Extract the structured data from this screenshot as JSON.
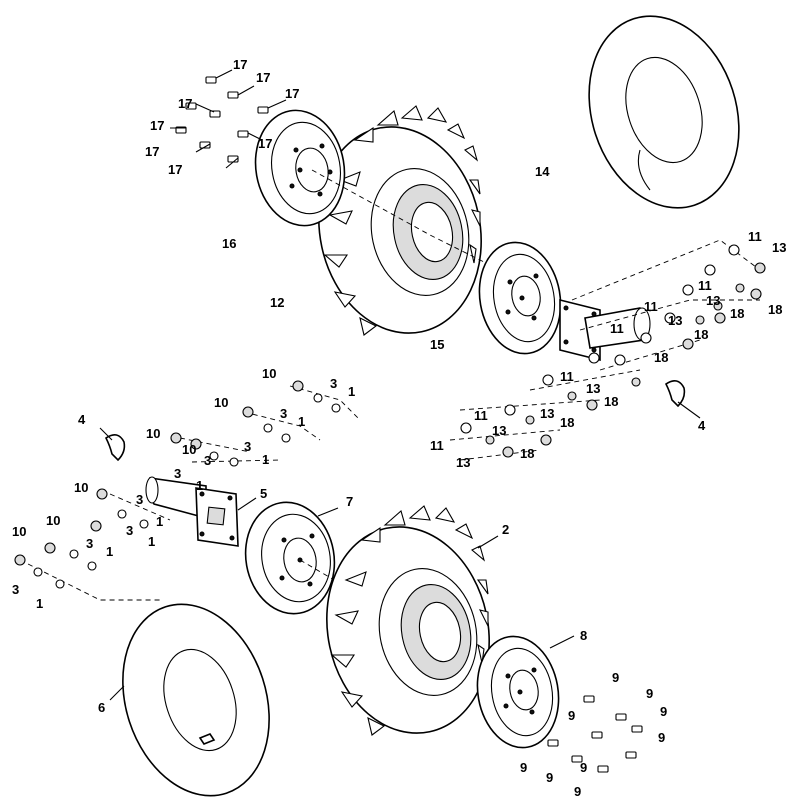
{
  "callouts": [
    {
      "id": "c17a",
      "text": "17"
    },
    {
      "id": "c17b",
      "text": "17"
    },
    {
      "id": "c17c",
      "text": "17"
    },
    {
      "id": "c17d",
      "text": "17"
    },
    {
      "id": "c17e",
      "text": "17"
    },
    {
      "id": "c17f",
      "text": "17"
    },
    {
      "id": "c17g",
      "text": "17"
    },
    {
      "id": "c17h",
      "text": "17"
    },
    {
      "id": "c16",
      "text": "16"
    },
    {
      "id": "c12",
      "text": "12"
    },
    {
      "id": "c14",
      "text": "14"
    },
    {
      "id": "c15",
      "text": "15"
    },
    {
      "id": "c11a",
      "text": "11"
    },
    {
      "id": "c11b",
      "text": "11"
    },
    {
      "id": "c11c",
      "text": "11"
    },
    {
      "id": "c11d",
      "text": "11"
    },
    {
      "id": "c11e",
      "text": "11"
    },
    {
      "id": "c11f",
      "text": "11"
    },
    {
      "id": "c11g",
      "text": "11"
    },
    {
      "id": "c13a",
      "text": "13"
    },
    {
      "id": "c13b",
      "text": "13"
    },
    {
      "id": "c13c",
      "text": "13"
    },
    {
      "id": "c13d",
      "text": "13"
    },
    {
      "id": "c13e",
      "text": "13"
    },
    {
      "id": "c13f",
      "text": "13"
    },
    {
      "id": "c13g",
      "text": "13"
    },
    {
      "id": "c18a",
      "text": "18"
    },
    {
      "id": "c18b",
      "text": "18"
    },
    {
      "id": "c18c",
      "text": "18"
    },
    {
      "id": "c18d",
      "text": "18"
    },
    {
      "id": "c18e",
      "text": "18"
    },
    {
      "id": "c18f",
      "text": "18"
    },
    {
      "id": "c18g",
      "text": "18"
    },
    {
      "id": "c4a",
      "text": "4"
    },
    {
      "id": "c4b",
      "text": "4"
    },
    {
      "id": "c10a",
      "text": "10"
    },
    {
      "id": "c10b",
      "text": "10"
    },
    {
      "id": "c10c",
      "text": "10"
    },
    {
      "id": "c10d",
      "text": "10"
    },
    {
      "id": "c10e",
      "text": "10"
    },
    {
      "id": "c10f",
      "text": "10"
    },
    {
      "id": "c10g",
      "text": "10"
    },
    {
      "id": "c3a",
      "text": "3"
    },
    {
      "id": "c3b",
      "text": "3"
    },
    {
      "id": "c3c",
      "text": "3"
    },
    {
      "id": "c3d",
      "text": "3"
    },
    {
      "id": "c3e",
      "text": "3"
    },
    {
      "id": "c3f",
      "text": "3"
    },
    {
      "id": "c3g",
      "text": "3"
    },
    {
      "id": "c3h",
      "text": "3"
    },
    {
      "id": "c3i",
      "text": "3"
    },
    {
      "id": "c1a",
      "text": "1"
    },
    {
      "id": "c1b",
      "text": "1"
    },
    {
      "id": "c1c",
      "text": "1"
    },
    {
      "id": "c1d",
      "text": "1"
    },
    {
      "id": "c1e",
      "text": "1"
    },
    {
      "id": "c1f",
      "text": "1"
    },
    {
      "id": "c1g",
      "text": "1"
    },
    {
      "id": "c1h",
      "text": "1"
    },
    {
      "id": "c5",
      "text": "5"
    },
    {
      "id": "c7",
      "text": "7"
    },
    {
      "id": "c2",
      "text": "2"
    },
    {
      "id": "c6",
      "text": "6"
    },
    {
      "id": "c8",
      "text": "8"
    },
    {
      "id": "c9a",
      "text": "9"
    },
    {
      "id": "c9b",
      "text": "9"
    },
    {
      "id": "c9c",
      "text": "9"
    },
    {
      "id": "c9d",
      "text": "9"
    },
    {
      "id": "c9e",
      "text": "9"
    },
    {
      "id": "c9f",
      "text": "9"
    },
    {
      "id": "c9g",
      "text": "9"
    },
    {
      "id": "c9h",
      "text": "9"
    },
    {
      "id": "c9i",
      "text": "9"
    }
  ]
}
